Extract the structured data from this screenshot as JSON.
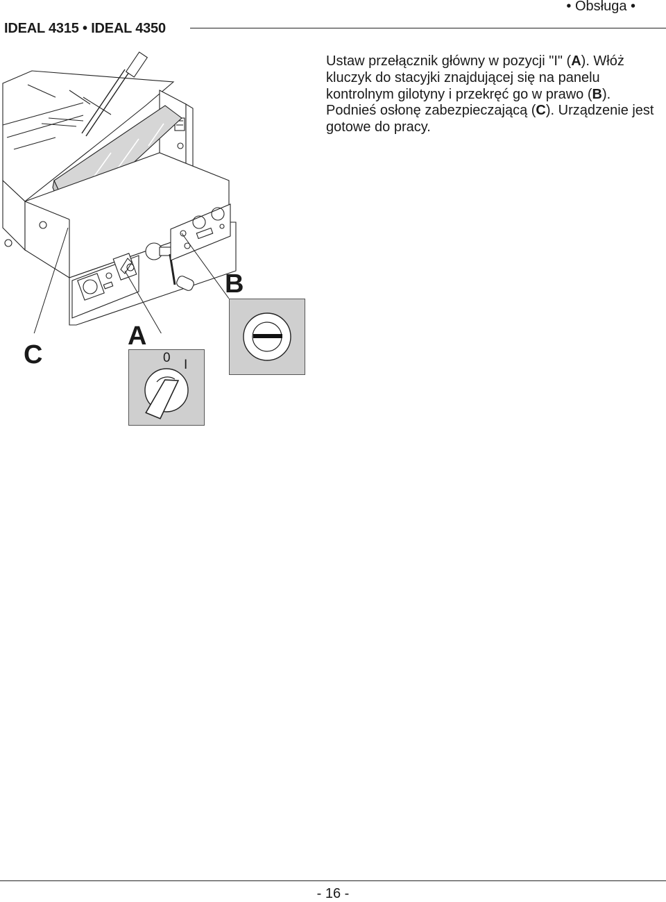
{
  "header": {
    "model": "IDEAL 4315 • IDEAL 4350",
    "section": "• Obsługa •"
  },
  "instructions": [
    {
      "text": "Ustaw przełącznik główny w pozycji \"I\" (",
      "bold": false
    },
    {
      "text": "A",
      "bold": true
    },
    {
      "text": "). Włóż kluczyk do stacyjki znajdującej się na panelu kontrolnym gilotyny i przekręć go w prawo (",
      "bold": false
    },
    {
      "text": "B",
      "bold": true
    },
    {
      "text": "). Podnieś osłonę zabezpieczającą (",
      "bold": false
    },
    {
      "text": "C",
      "bold": true
    },
    {
      "text": "). Urządzenie jest gotowe do pracy.",
      "bold": false
    }
  ],
  "figure": {
    "callout_a": "A",
    "callout_b": "B",
    "callout_c": "C",
    "switch_label_off": "0",
    "switch_label_on": "I",
    "inset_fill": "#cfcfcf"
  },
  "footer": {
    "page_number": "- 16 -"
  }
}
